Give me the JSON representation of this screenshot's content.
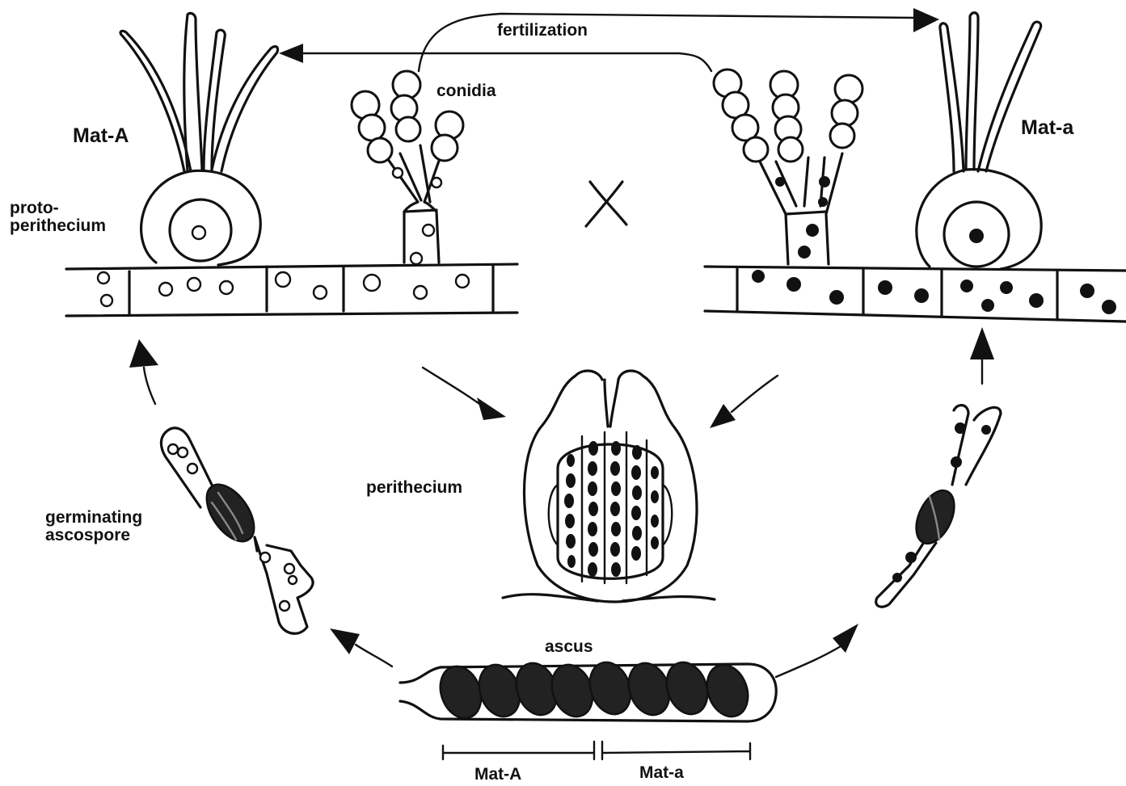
{
  "labels": {
    "fertilization": "fertilization",
    "conidia": "conidia",
    "mat_A_top": "Mat-A",
    "mat_a_top": "Mat-a",
    "protoperithecium": "proto-\nperithecium",
    "perithecium": "perithecium",
    "germinating_ascospore": "germinating\nascospore",
    "ascus": "ascus",
    "mat_A_bottom": "Mat-A",
    "mat_a_bottom": "Mat-a"
  },
  "symbols": {
    "cross": "cross-symbol"
  }
}
